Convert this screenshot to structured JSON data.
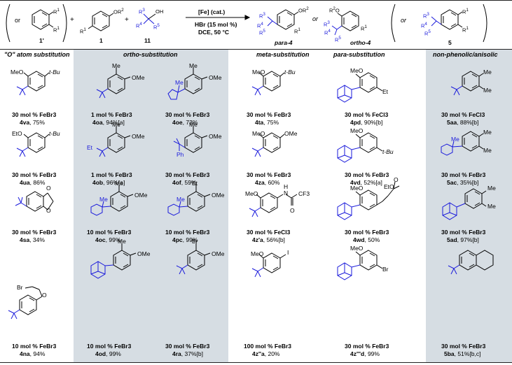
{
  "scheme": {
    "reactant_or_label": "or",
    "reactant_1prime": "1'",
    "reactant_1": "1",
    "reactant_11": "11",
    "plus": "+",
    "arrow_top": "[Fe] (cat.)",
    "arrow_bottom_1": "HBr (15 mol %)",
    "arrow_bottom_2": "DCE, 50 °C",
    "product_para": "para-4",
    "product_ortho": "ortho-4",
    "product_5": "5",
    "or_text": "or",
    "atom_labels": {
      "R1": "R1",
      "R2": "R2",
      "R3": "R3",
      "R4": "R4",
      "R5": "R5",
      "OR2": "OR2",
      "R2O": "R2O",
      "OH": "OH"
    }
  },
  "columns": [
    {
      "header": "\"O\" atom substitution"
    },
    {
      "header": "ortho-substitution"
    },
    {
      "header": "meta-substitution"
    },
    {
      "header": "para-substitution"
    },
    {
      "header": "non-phenolic/anisolic"
    }
  ],
  "atoms": {
    "MeO": "MeO",
    "EtO": "EtO",
    "OMe": "OMe",
    "Me": "Me",
    "Et": "Et",
    "Ph": "Ph",
    "Br": "Br",
    "I": "I",
    "tBu": "t-Bu",
    "O": "O",
    "N": "N",
    "H": "H",
    "CF3": "CF3",
    "EtO_ester": "EtO"
  },
  "entries": [
    {
      "cond": "30 mol % FeBr3",
      "code": "4va",
      "yield": ", 75%"
    },
    {
      "cond": "30 mol % FeBr3",
      "code": "4ua",
      "yield": ", 86%"
    },
    {
      "cond": "30 mol % FeBr3",
      "code": "4sa",
      "yield": ", 34%"
    },
    {
      "cond": "10 mol % FeBr3",
      "code": "4na",
      "yield": ", 94%"
    },
    {
      "cond": "1 mol % FeBr3",
      "code": "4oa",
      "yield": ", 94%[a]"
    },
    {
      "cond": "1 mol % FeBr3",
      "code": "4ob",
      "yield": ", 96%[a]"
    },
    {
      "cond": "10 mol % FeBr3",
      "code": "4oc",
      "yield": ", 99%"
    },
    {
      "cond": "10 mol % FeBr3",
      "code": "4od",
      "yield": ", 99%"
    },
    {
      "cond": "30 mol % FeBr3",
      "code": "4oe",
      "yield": ", 73%"
    },
    {
      "cond": "30 mol % FeBr3",
      "code": "4of",
      "yield": ", 59%"
    },
    {
      "cond": "10 mol % FeBr3",
      "code": "4pc",
      "yield": ", 99%"
    },
    {
      "cond": "30 mol % FeBr3",
      "code": "4ra",
      "yield": ", 37%[b]"
    },
    {
      "cond": "30 mol % FeBr3",
      "code": "4ta",
      "yield": ", 75%"
    },
    {
      "cond": "30 mol % FeBr3",
      "code": "4za",
      "yield": ", 60%"
    },
    {
      "cond": "30 mol % FeCl3",
      "code": "4z'a",
      "yield": ", 56%[b]"
    },
    {
      "cond": "100 mol % FeBr3",
      "code": "4z''a",
      "yield": ", 20%"
    },
    {
      "cond": "30 mol % FeCl3",
      "code": "4pd",
      "yield": ", 90%[b]"
    },
    {
      "cond": "30 mol % FeBr3",
      "code": "4vd",
      "yield": ", 52%[a]"
    },
    {
      "cond": "30 mol % FeBr3",
      "code": "4wd",
      "yield": ", 50%"
    },
    {
      "cond": "30 mol % FeBr3",
      "code": "4z'''d",
      "yield": ", 99%"
    },
    {
      "cond": "30 mol % FeCl3",
      "code": "5aa",
      "yield": ", 88%[b]"
    },
    {
      "cond": "30 mol % FeBr3",
      "code": "5ac",
      "yield": ", 35%[b]"
    },
    {
      "cond": "30 mol % FeBr3",
      "code": "5ad",
      "yield": ", 97%[b]"
    },
    {
      "cond": "30 mol % FeBr3",
      "code": "5ba",
      "yield": ", 51%[b,c]"
    }
  ]
}
